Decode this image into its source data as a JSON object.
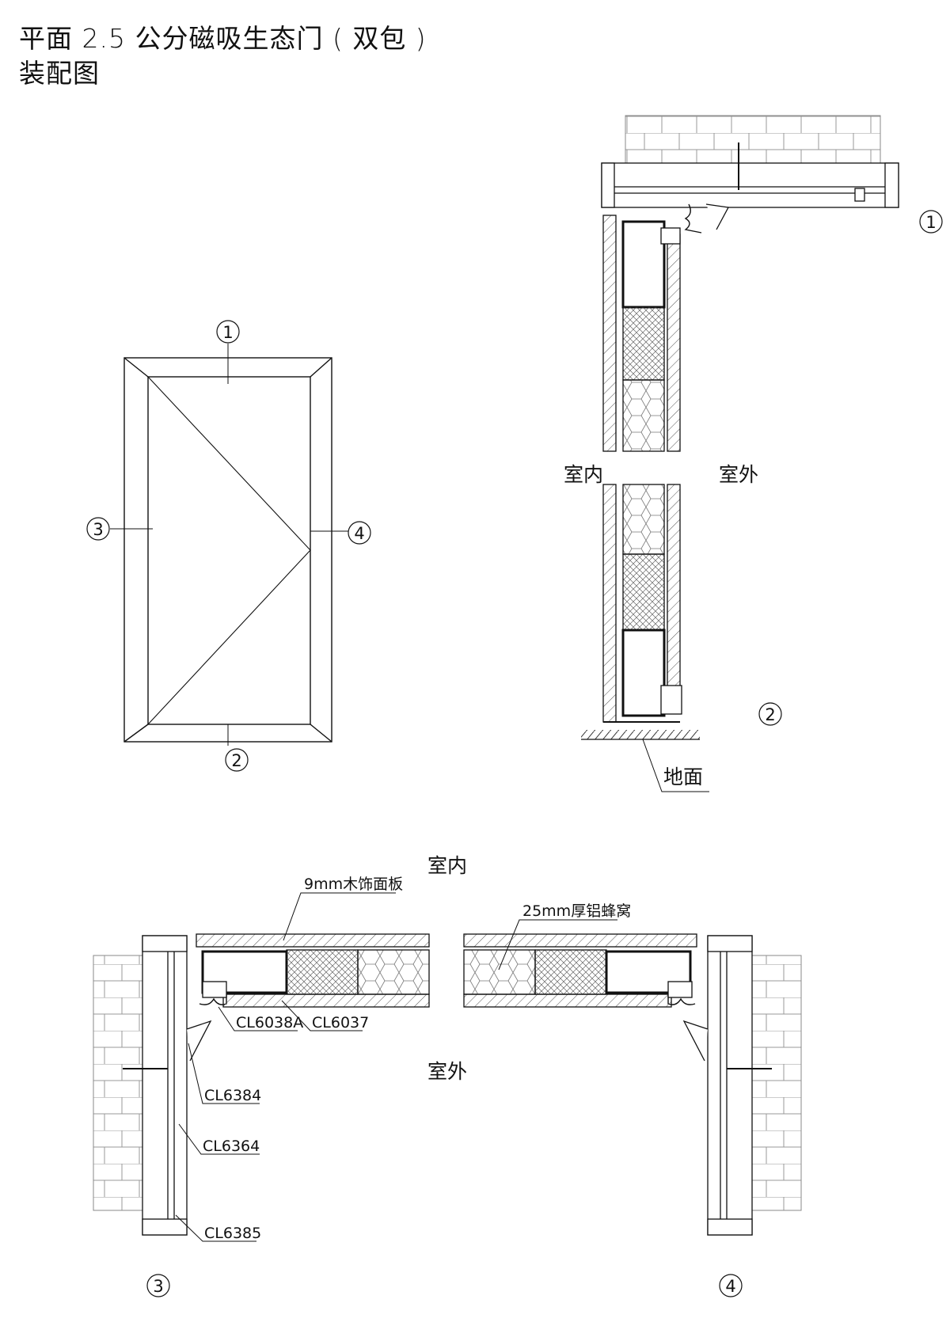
{
  "title": {
    "line1": "平面 2.5 公分磁吸生态门 ( 双包 )",
    "line2": "装配图"
  },
  "callouts": {
    "c1": "1",
    "c2": "2",
    "c3": "3",
    "c4": "4"
  },
  "labels": {
    "indoor": "室内",
    "outdoor": "室外",
    "ground": "地面",
    "wood_panel": "9mm木饰面板",
    "honeycomb": "25mm厚铝蜂窝",
    "cl6038a": "CL6038A",
    "cl6037": "CL6037",
    "cl6384": "CL6384",
    "cl6364": "CL6364",
    "cl6385": "CL6385"
  },
  "colors": {
    "line": "#111111",
    "fill": "#ffffff"
  }
}
